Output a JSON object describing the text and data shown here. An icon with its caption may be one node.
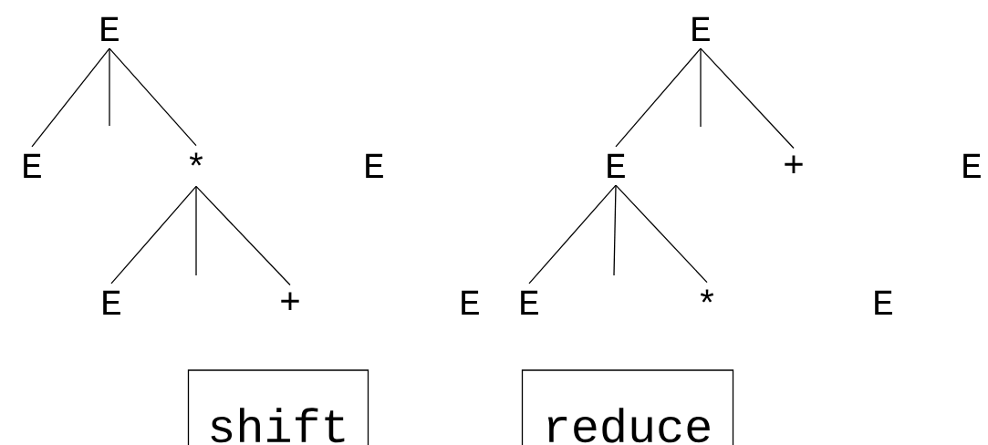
{
  "diagram": {
    "nodes": [
      {
        "text": [
          "E"
        ]
      },
      {
        "text": [
          "E"
        ]
      },
      {
        "text": [
          "*"
        ]
      },
      {
        "text": [
          "E"
        ]
      },
      {
        "text": [
          "+"
        ]
      },
      {
        "text": [
          "E"
        ]
      },
      {
        "text": [
          "E"
        ]
      },
      {
        "text": [
          "+"
        ]
      },
      {
        "text": [
          "E"
        ]
      },
      {
        "text": [
          "*"
        ]
      },
      {
        "text": [
          "shift"
        ]
      },
      {
        "text": [
          "reduce"
        ]
      }
    ],
    "edges": [
      {
        "from": 0,
        "to": 1,
        "arrow": "none"
      },
      {
        "from": 0,
        "to": null,
        "arrow": "none"
      },
      {
        "from": 0,
        "to": 2,
        "arrow": "none"
      },
      {
        "from": 2,
        "to": 3,
        "arrow": "none"
      },
      {
        "from": 2,
        "to": null,
        "arrow": "none"
      },
      {
        "from": 2,
        "to": 4,
        "arrow": "none"
      },
      {
        "from": 5,
        "to": 6,
        "arrow": "none"
      },
      {
        "from": 5,
        "to": null,
        "arrow": "none"
      },
      {
        "from": 5,
        "to": 7,
        "arrow": "none"
      },
      {
        "from": 6,
        "to": 8,
        "arrow": "none"
      },
      {
        "from": 6,
        "to": null,
        "arrow": "none"
      },
      {
        "from": 6,
        "to": 9,
        "arrow": "none"
      }
    ],
    "labels": [
      "E",
      "E",
      "E",
      "E"
    ]
  }
}
